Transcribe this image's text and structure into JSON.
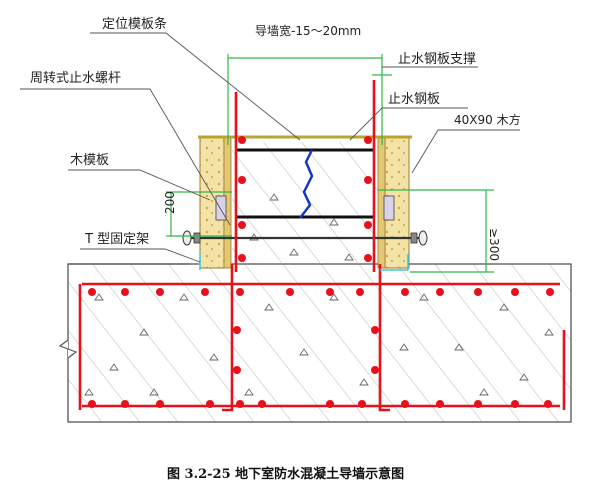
{
  "labels": {
    "positioning_strip": "定位模板条",
    "guide_wall_width": "导墙宽-15～20mm",
    "swivel_bolt": "周转式止水螺杆",
    "waterstop_support": "止水钢板支撑",
    "waterstop_plate": "止水钢板",
    "timber_size": "40X90 木方",
    "wood_formwork": "木模板",
    "dim_200": "200",
    "dim_300": "≥300",
    "t_bracket": "T 型固定架"
  },
  "caption": "图 3.2-25  地下室防水混凝土导墙示意图",
  "colors": {
    "rebar": "#e8101a",
    "formwork": "#e2c873",
    "dimension": "#2fb84a",
    "waterstop": "#1538c4",
    "concrete_outline": "#555555",
    "cyan_mark": "#3fc6e0"
  }
}
